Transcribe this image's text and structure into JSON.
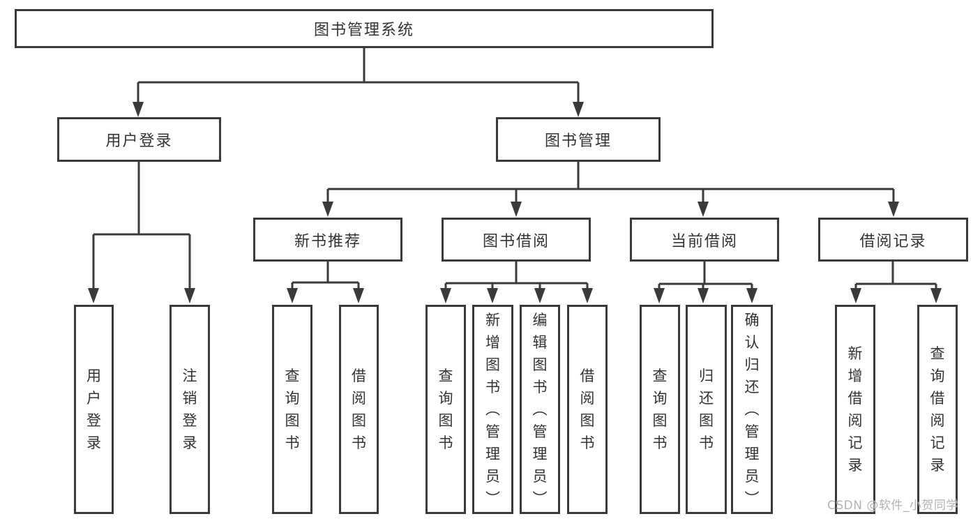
{
  "diagram": {
    "colors": {
      "line": "#3a3a3a",
      "border": "#3a3a3a",
      "text": "#333333",
      "background": "#ffffff",
      "watermark": "#b3b3b3"
    },
    "nodes": {
      "root": "图书管理系统",
      "user_login": "用户登录",
      "book_mgmt": "图书管理",
      "new_book_rec": "新书推荐",
      "book_borrow": "图书借阅",
      "current_borrow": "当前借阅",
      "borrow_records": "借阅记录"
    },
    "leaves": {
      "user_login": [
        "用户登录",
        "注销登录"
      ],
      "new_book_rec": [
        "查询图书",
        "借阅图书"
      ],
      "book_borrow": [
        "查询图书",
        "新增图书（管理员）",
        "编辑图书（管理员）",
        "借阅图书"
      ],
      "current_borrow": [
        "查询图书",
        "归还图书",
        "确认归还（管理员）"
      ],
      "borrow_records": [
        "新增借阅记录",
        "查询借阅记录"
      ]
    },
    "watermark": "CSDN @软件_小贺同学"
  }
}
